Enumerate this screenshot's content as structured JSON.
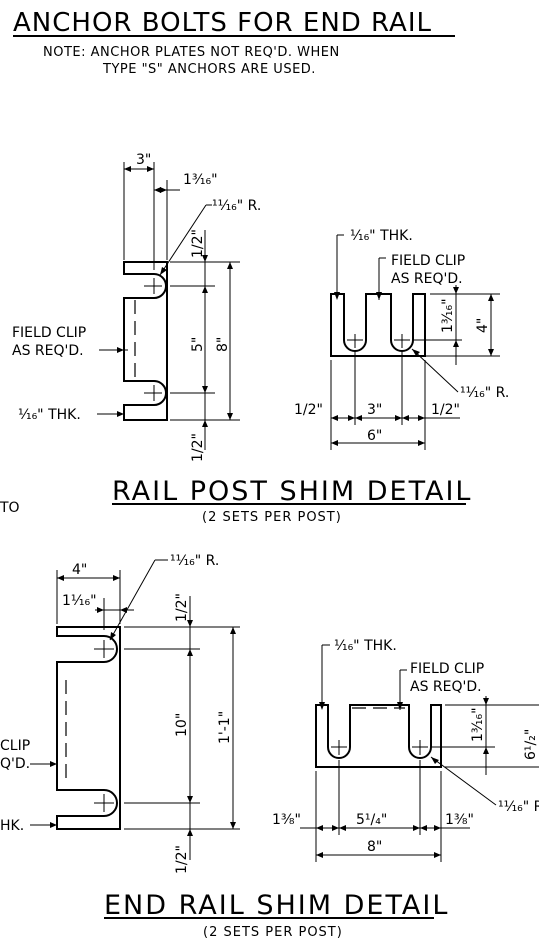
{
  "header": {
    "title": "ANCHOR BOLTS FOR END RAIL",
    "note_line1": "NOTE: ANCHOR PLATES NOT REQ'D. WHEN",
    "note_line2": "TYPE \"S\" ANCHORS ARE USED."
  },
  "rail_post_shim": {
    "title": "RAIL POST SHIM DETAIL",
    "subtitle": "(2 SETS PER POST)",
    "left_view": {
      "dim_top_width": "3\"",
      "dim_slot_offset": "1³⁄₁₆\"",
      "radius_label": "¹¹⁄₁₆\" R.",
      "dim_top_edge": "1/2\"",
      "dim_slot_spacing": "5\"",
      "dim_height": "8\"",
      "dim_bottom_edge": "1/2\"",
      "field_clip_line1": "FIELD CLIP",
      "field_clip_line2": "AS REQ'D.",
      "thickness_label": "¹⁄₁₆\" THK."
    },
    "right_view": {
      "thickness_label": "¹⁄₁₆\" THK.",
      "field_clip_line1": "FIELD CLIP",
      "field_clip_line2": "AS REQ'D.",
      "dim_slot_depth": "1³⁄₁₆\"",
      "dim_height": "4\"",
      "radius_label": "¹¹⁄₁₆\" R.",
      "dim_left_edge": "1/2\"",
      "dim_center": "3\"",
      "dim_right_edge": "1/2\"",
      "dim_width": "6\""
    },
    "stray_text": "TO"
  },
  "end_rail_shim": {
    "title": "END RAIL SHIM DETAIL",
    "subtitle": "(2 SETS PER POST)",
    "left_view": {
      "dim_top_width": "4\"",
      "dim_slot_offset": "1¹⁄₁₆\"",
      "radius_label": "¹¹⁄₁₆\" R.",
      "dim_top_edge": "1/2\"",
      "dim_slot_spacing": "10\"",
      "dim_height": "1'-1\"",
      "dim_bottom_edge": "1/2\"",
      "field_clip_line1": "CLIP",
      "field_clip_line2": "Q'D.",
      "thickness_label": "HK."
    },
    "right_view": {
      "thickness_label": "¹⁄₁₆\" THK.",
      "field_clip_line1": "FIELD CLIP",
      "field_clip_line2": "AS REQ'D.",
      "dim_slot_depth": "1³⁄₁₆\"",
      "dim_height": "6¹/₂\"",
      "radius_label": "¹¹⁄₁₆\" R",
      "dim_left_edge": "1³⁄₈\"",
      "dim_center": "5¹/₄\"",
      "dim_right_edge": "1³⁄₈\"",
      "dim_width": "8\""
    }
  }
}
